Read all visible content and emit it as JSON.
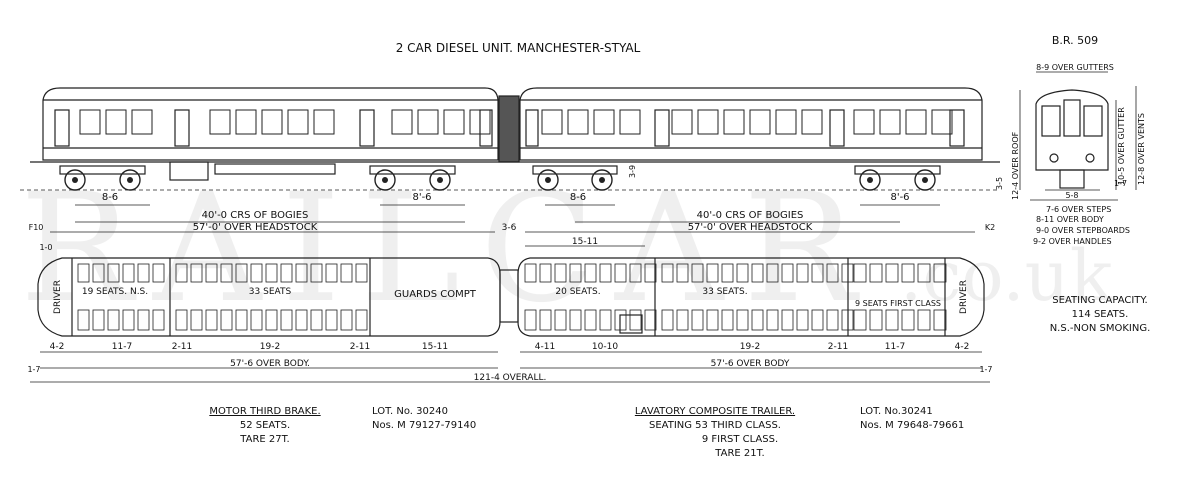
{
  "title": "2 CAR DIESEL UNIT. MANCHESTER-STYAL",
  "end_view_title": "B.R. 509",
  "watermark": {
    "main": "RAILCAR",
    "suffix": ".co.uk"
  },
  "side_dims": {
    "bogie_m": "8-6",
    "bogie_m2": "8'-6",
    "crs_motor": "40'-0 CRS OF BOGIES",
    "over_motor": "57'-0' OVER HEADSTOCK",
    "bogie_t1": "8-6",
    "bogie_t2": "8'-6",
    "crs_trailer": "40'-0 CRS OF BOGIES",
    "over_trailer": "57'-0' OVER HEADSTOCK",
    "gap": "3-6",
    "left_end": "F10",
    "right_end": "K2",
    "height": "3-9",
    "height_left": "3-5"
  },
  "end_dims": {
    "gutters": "8-9 OVER GUTTERS",
    "roof": "12-4 OVER ROOF",
    "gutter_h": "10-5 OVER GUTTER",
    "vents": "12-8 OVER VENTS",
    "steps": "7-6 OVER STEPS",
    "body": "8-11 OVER BODY",
    "stepboards": "9-0 OVER STEPBOARDS",
    "handles": "9-2 OVER HANDLES",
    "gauge": "5-8",
    "small": "1-7"
  },
  "plan_labels": {
    "driver_left": "DRIVER",
    "seats_ns": "19 SEATS. N.S.",
    "seats_33a": "33 SEATS",
    "guards": "GUARDS COMPT",
    "seats_20": "20 SEATS.",
    "seats_33b": "33 SEATS.",
    "first": "9 SEATS FIRST CLASS",
    "driver_right": "DRIVER"
  },
  "plan_dims": {
    "m1": "4-2",
    "m2": "11-7",
    "m3": "2-11",
    "m4": "19-2",
    "m5": "2-11",
    "m6": "15-11",
    "t1": "4-11",
    "t2": "10-10",
    "t3": "19-2",
    "t4": "2-11",
    "t5": "11-7",
    "t6": "4-2",
    "over_body_m": "57'-6 OVER BODY.",
    "over_body_t": "57'-6 OVER BODY",
    "overall": "121-4 OVERALL.",
    "top": "15-11",
    "end_l": "1-0",
    "end_r": "1-7",
    "left_small": "1-7"
  },
  "capacity": {
    "line1": "SEATING CAPACITY.",
    "line2": "114 SEATS.",
    "line3": "N.S.-NON SMOKING."
  },
  "motor": {
    "name": "MOTOR THIRD BRAKE.",
    "seats": "52 SEATS.",
    "tare": "TARE 27T.",
    "lot": "LOT. No. 30240",
    "nos": "Nos. M 79127-79140"
  },
  "trailer": {
    "name": "LAVATORY COMPOSITE TRAILER.",
    "seating": "SEATING 53 THIRD CLASS.",
    "first": "9 FIRST CLASS.",
    "tare": "TARE 21T.",
    "lot": "LOT. No.30241",
    "nos": "Nos. M 79648-79661"
  }
}
